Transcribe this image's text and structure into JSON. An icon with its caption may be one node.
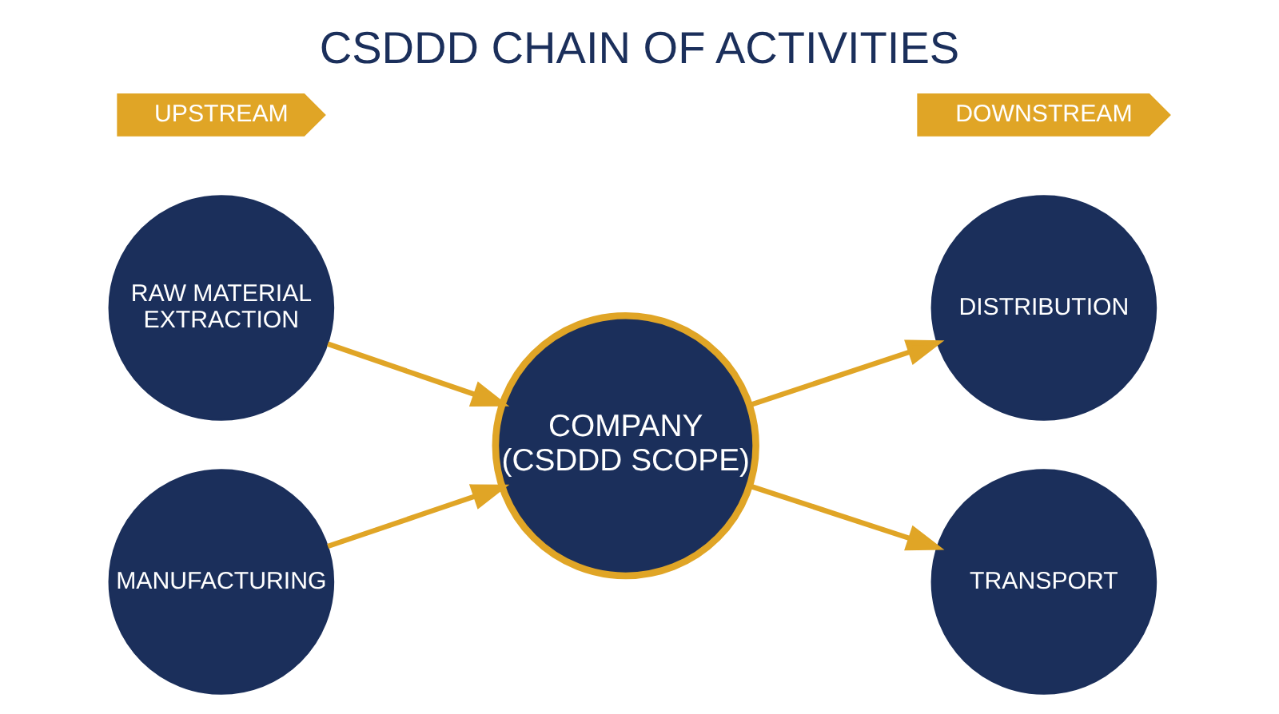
{
  "diagram": {
    "title": "CSDDD CHAIN OF ACTIVITIES",
    "nodes": [
      {
        "text": [
          "RAW MATERIAL EXTRACTION"
        ]
      },
      {
        "text": [
          "DISTRIBUTION"
        ]
      },
      {
        "text": [
          "UPSTREAM"
        ]
      },
      {
        "text": [
          "COMPANY",
          "(CSDDD SCOPE)"
        ]
      },
      {
        "text": [
          "DOWNSTREAM"
        ]
      },
      {
        "text": [
          "MANUFACTURING"
        ]
      },
      {
        "text": [
          "TRANSPORT"
        ]
      }
    ],
    "edges": [
      {
        "from": 0,
        "to": 3,
        "arrow": "to"
      },
      {
        "from": 5,
        "to": 3,
        "arrow": "to"
      },
      {
        "from": 3,
        "to": 1,
        "arrow": "to"
      },
      {
        "from": 3,
        "to": 6,
        "arrow": "to"
      }
    ]
  }
}
